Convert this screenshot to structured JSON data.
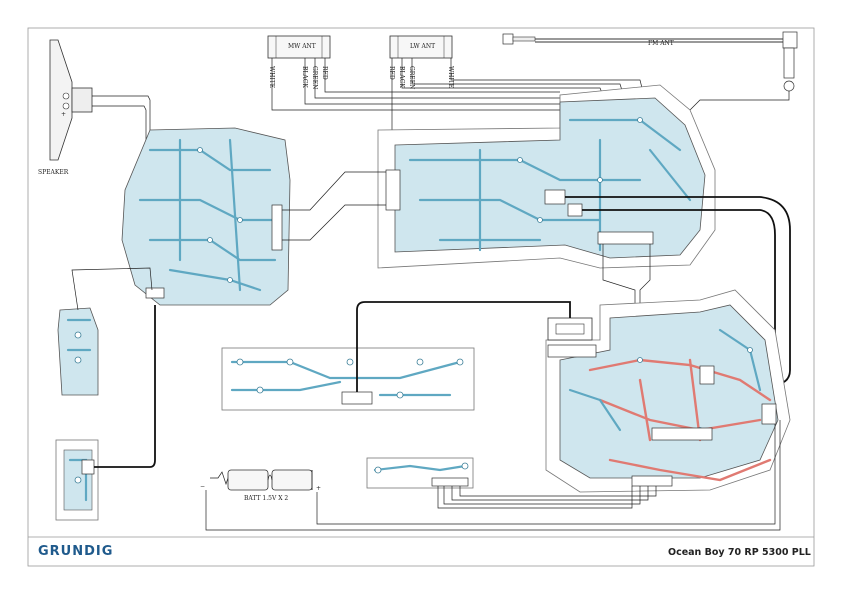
{
  "brand": "GRUNDIG",
  "model": "Ocean Boy 70  RP 5300 PLL",
  "labels": {
    "speaker": "SPEAKER",
    "mw_ant": "MW ANT",
    "lw_ant": "LW ANT",
    "fm_ant": "FM ANT",
    "battery": "BATT 1.5V X 2",
    "plus": "+",
    "minus": "−",
    "speaker_plus": "+"
  },
  "wire_colors": {
    "mw": [
      "WHITE",
      "BLACK",
      "GREEN",
      "RED"
    ],
    "lw": [
      "RED",
      "BLACK",
      "GREEN",
      "WHITE"
    ]
  },
  "colors": {
    "pcb_fill": "#cfe6ee",
    "trace": "#5fa8c2",
    "trace_red": "#e07a72",
    "brand": "#1f5a8c"
  }
}
